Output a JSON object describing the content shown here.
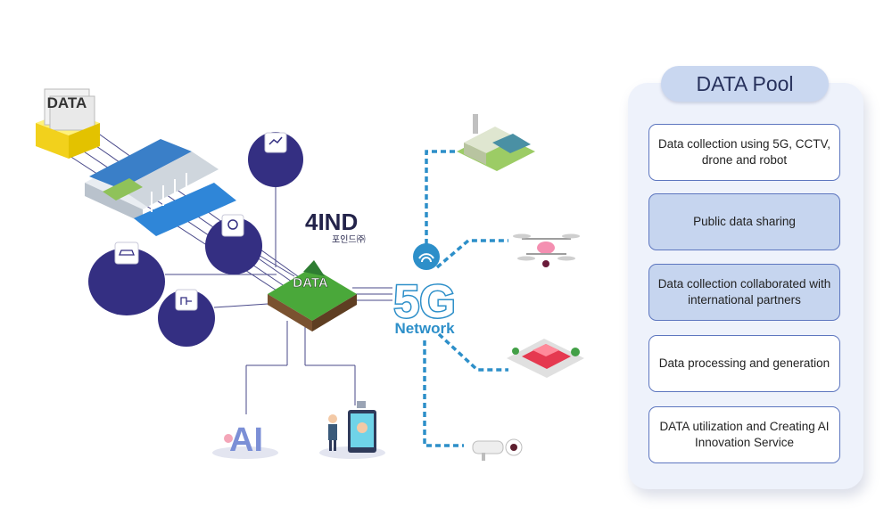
{
  "data_box_label": "DATA",
  "island_label": "DATA",
  "company_logo": {
    "mark": "4IND",
    "subtitle": "포인드㈜"
  },
  "network": {
    "big": "5G",
    "sub": "Network"
  },
  "ai_label": "AI",
  "pool": {
    "title": "DATA Pool",
    "items": [
      {
        "text": "Data collection using 5G, CCTV, drone and robot"
      },
      {
        "text": "Public data sharing"
      },
      {
        "text": "Data collection collaborated with international partners"
      },
      {
        "text": "Data processing and generation"
      },
      {
        "text": "DATA utilization and Creating AI Innovation Service"
      }
    ]
  },
  "colors": {
    "node_fill": "#342f82",
    "link_blue": "#2d8fc9",
    "pool_accent": "#5d76bf"
  }
}
